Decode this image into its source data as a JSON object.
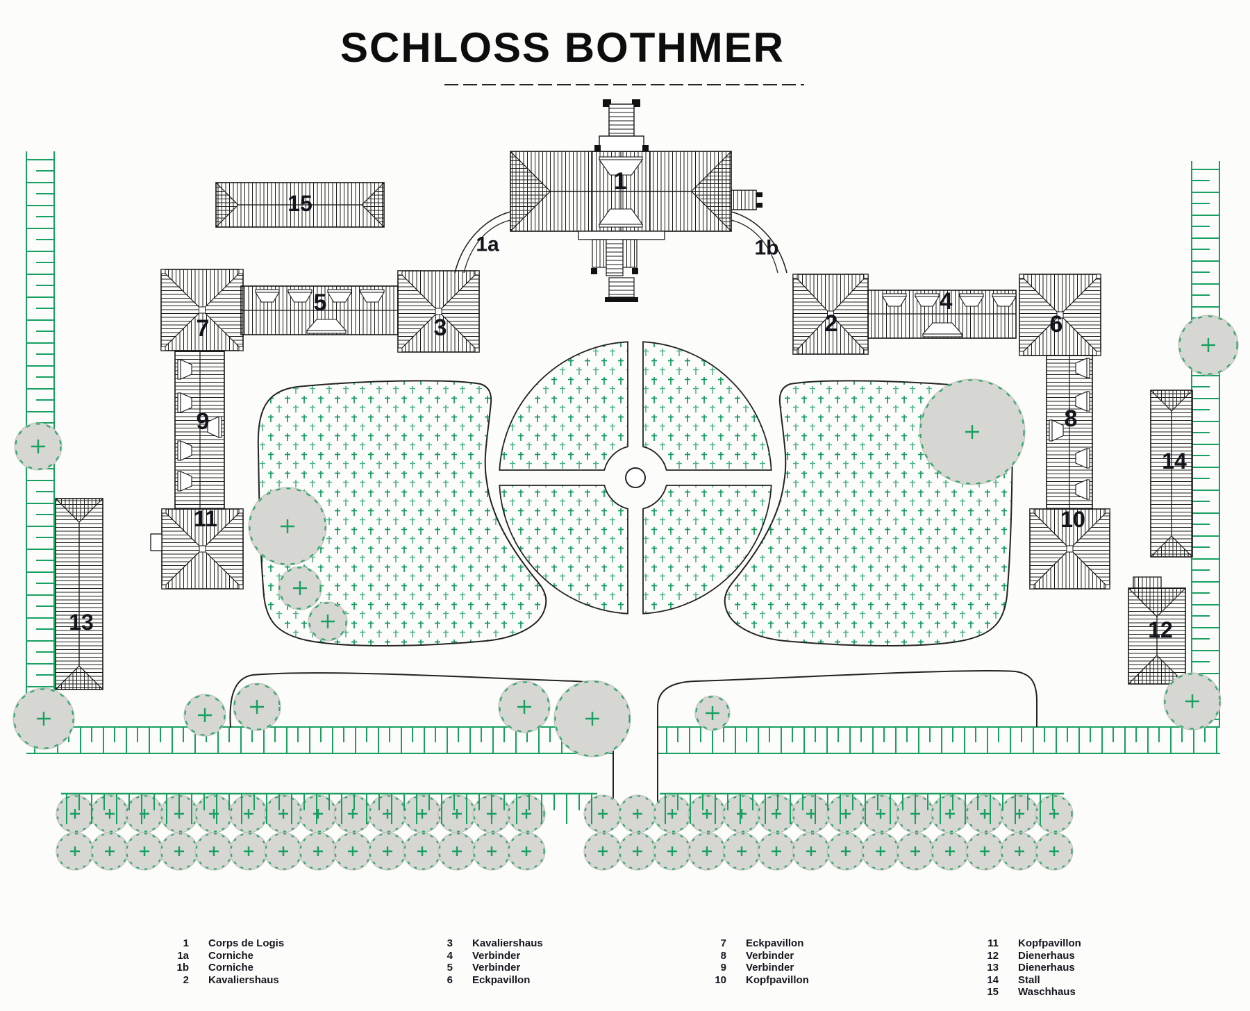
{
  "title": "SCHLOSS BOTHMER",
  "plan": {
    "building_labels": [
      {
        "id": "1",
        "text": "1"
      },
      {
        "id": "1a",
        "text": "1a"
      },
      {
        "id": "1b",
        "text": "1b"
      },
      {
        "id": "2",
        "text": "2"
      },
      {
        "id": "3",
        "text": "3"
      },
      {
        "id": "4",
        "text": "4"
      },
      {
        "id": "5",
        "text": "5"
      },
      {
        "id": "6",
        "text": "6"
      },
      {
        "id": "7",
        "text": "7"
      },
      {
        "id": "8",
        "text": "8"
      },
      {
        "id": "9",
        "text": "9"
      },
      {
        "id": "10",
        "text": "10"
      },
      {
        "id": "11",
        "text": "11"
      },
      {
        "id": "12",
        "text": "12"
      },
      {
        "id": "13",
        "text": "13"
      },
      {
        "id": "14",
        "text": "14"
      },
      {
        "id": "15",
        "text": "15"
      }
    ]
  },
  "legend": {
    "columns": [
      {
        "items": [
          {
            "num": "1",
            "name": "Corps de Logis"
          },
          {
            "num": "1a",
            "name": "Corniche"
          },
          {
            "num": "1b",
            "name": "Corniche"
          },
          {
            "num": "2",
            "name": "Kavaliershaus"
          }
        ]
      },
      {
        "items": [
          {
            "num": "3",
            "name": "Kavaliershaus"
          },
          {
            "num": "4",
            "name": "Verbinder"
          },
          {
            "num": "5",
            "name": "Verbinder"
          },
          {
            "num": "6",
            "name": "Eckpavillon"
          }
        ]
      },
      {
        "items": [
          {
            "num": "7",
            "name": "Eckpavillon"
          },
          {
            "num": "8",
            "name": "Verbinder"
          },
          {
            "num": "9",
            "name": "Verbinder"
          },
          {
            "num": "10",
            "name": "Kopfpavillon"
          }
        ]
      },
      {
        "items": [
          {
            "num": "11",
            "name": "Kopfpavillon"
          },
          {
            "num": "12",
            "name": "Dienerhaus"
          },
          {
            "num": "13",
            "name": "Dienerhaus"
          },
          {
            "num": "14",
            "name": "Stall"
          },
          {
            "num": "15",
            "name": "Waschhaus"
          }
        ]
      }
    ]
  },
  "colors": {
    "line": "#1a1a1a",
    "hedge_green": "#17a060",
    "grass_mark": "#0d9b59",
    "grass_mark_light": "#4cb488",
    "tree_fill": "#d6d6d2",
    "tree_edge": "#b9bdb4",
    "label": "#14141c"
  }
}
